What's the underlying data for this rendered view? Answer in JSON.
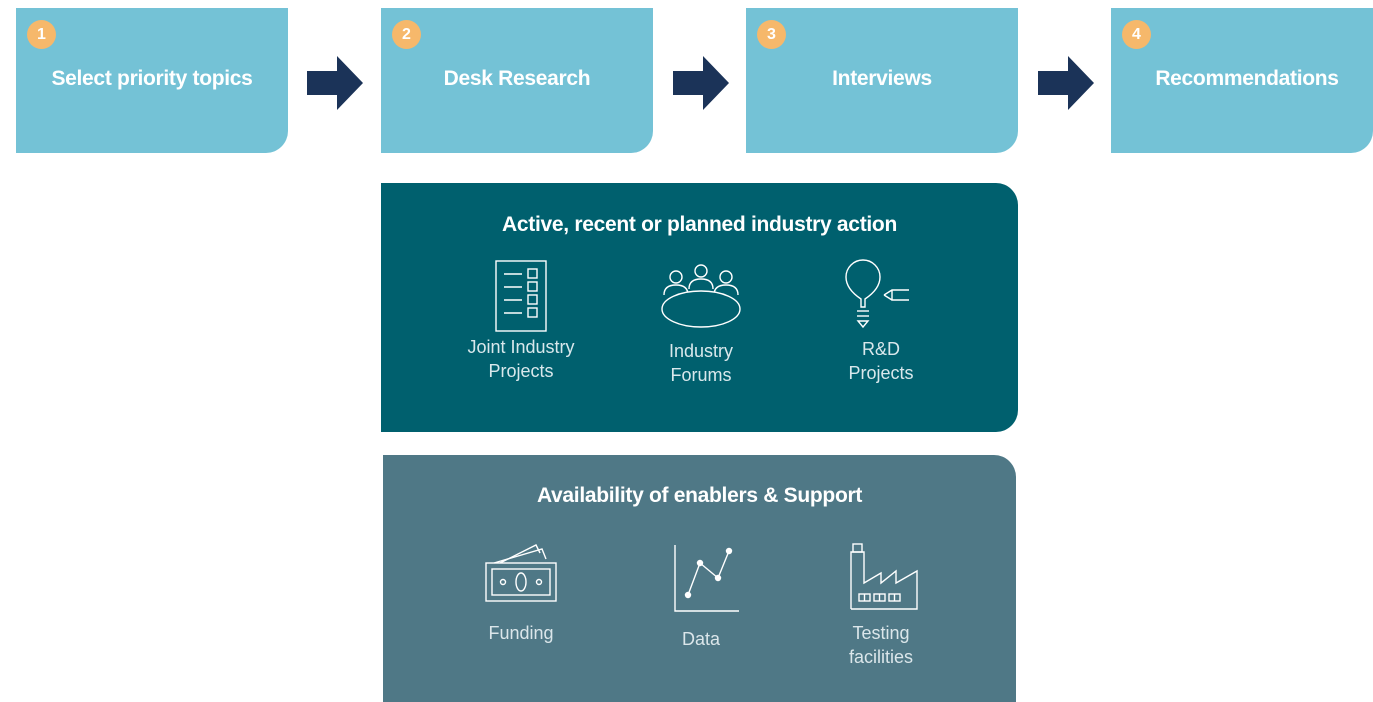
{
  "steps": [
    {
      "number": "1",
      "title": "Select priority topics"
    },
    {
      "number": "2",
      "title": "Desk Research"
    },
    {
      "number": "3",
      "title": "Interviews"
    },
    {
      "number": "4",
      "title": "Recommendations"
    }
  ],
  "industry_action": {
    "title": "Active, recent or planned industry action",
    "items": [
      {
        "icon": "checklist-icon",
        "label_line1": "Joint Industry",
        "label_line2": "Projects"
      },
      {
        "icon": "meeting-table-icon",
        "label_line1": "Industry",
        "label_line2": "Forums"
      },
      {
        "icon": "lightbulb-icon",
        "label_line1": "R&D",
        "label_line2": "Projects"
      }
    ]
  },
  "enablers": {
    "title": "Availability of enablers & Support",
    "items": [
      {
        "icon": "banknotes-icon",
        "label_line1": "Funding",
        "label_line2": ""
      },
      {
        "icon": "line-chart-icon",
        "label_line1": "Data",
        "label_line2": ""
      },
      {
        "icon": "factory-icon",
        "label_line1": "Testing",
        "label_line2": "facilities"
      }
    ]
  },
  "colors": {
    "step_box": "#74c2d6",
    "badge": "#f6b86b",
    "arrow": "#1b3358",
    "panel_top": "#00606e",
    "panel_bottom": "#4f7886"
  }
}
